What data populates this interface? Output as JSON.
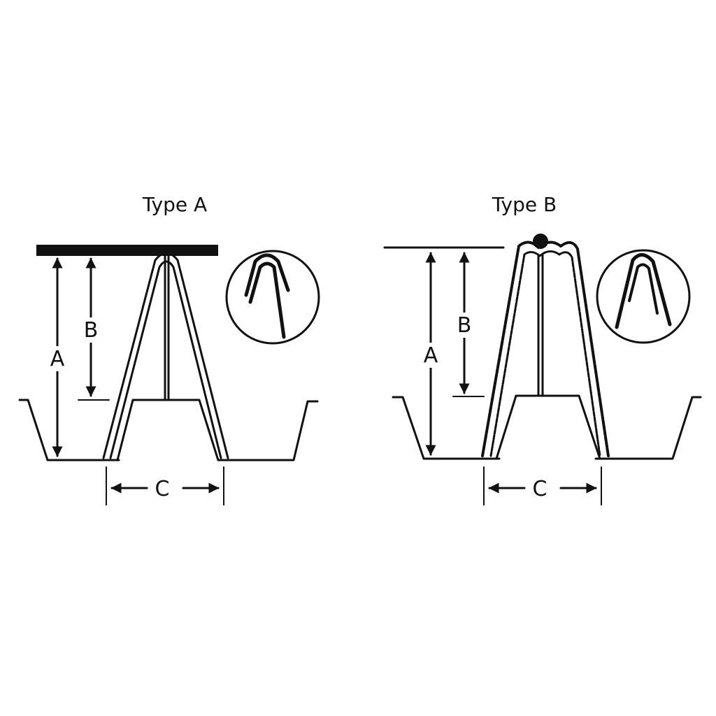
{
  "colors": {
    "ink": "#111111",
    "background": "#ffffff"
  },
  "type_a": {
    "title": "Type A",
    "label_a": "A",
    "label_b": "B",
    "label_c": "C"
  },
  "type_b": {
    "title": "Type B",
    "label_a": "A",
    "label_b": "B",
    "label_c": "C"
  }
}
